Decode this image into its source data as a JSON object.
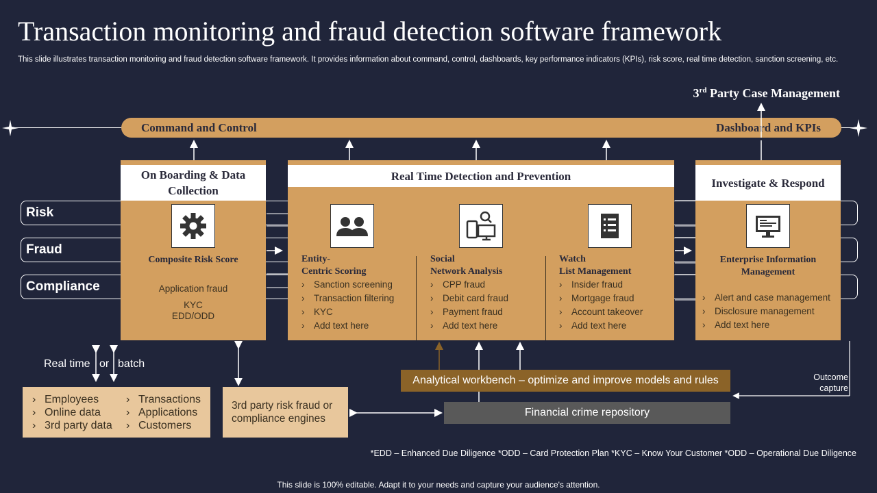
{
  "title": "Transaction monitoring and fraud detection software framework",
  "subtitle": "This slide illustrates transaction monitoring and fraud detection software framework. It provides information about command, control, dashboards, key performance indicators (KPIs), risk score, real time detection, sanction screening, etc.",
  "third_party": {
    "prefix": "3",
    "sup": "rd",
    "suffix": " Party Case Management"
  },
  "command_bar": {
    "left": "Command and Control",
    "right": "Dashboard and KPIs"
  },
  "rows": [
    "Risk",
    "Fraud",
    "Compliance"
  ],
  "onboarding": {
    "title": "On Boarding & Data Collection",
    "icon": "gear-icon",
    "heading": "Composite Risk Score",
    "line1": "Application fraud",
    "line2": "KYC",
    "line3": "EDD/ODD"
  },
  "realtime": {
    "title": "Real Time Detection and Prevention",
    "cols": [
      {
        "icon": "users-icon",
        "heading_1": "Entity-",
        "heading_2": "Centric Scoring",
        "items": [
          "Sanction screening",
          "Transaction filtering",
          "KYC",
          "Add text here"
        ]
      },
      {
        "icon": "network-analysis-icon",
        "heading_1": "Social",
        "heading_2": "Network Analysis",
        "items": [
          "CPP fraud",
          "Debit card fraud",
          "Payment fraud",
          "Add text here"
        ]
      },
      {
        "icon": "checklist-icon",
        "heading_1": "Watch",
        "heading_2": "List Management",
        "items": [
          "Insider fraud",
          "Mortgage fraud",
          "Account takeover",
          "Add text here"
        ]
      }
    ]
  },
  "investigate": {
    "title": "Investigate & Respond",
    "icon": "monitor-icon",
    "heading": "Enterprise Information Management",
    "items": [
      "Alert and case management",
      "Disclosure management",
      "Add text here"
    ]
  },
  "realtime_batch": {
    "left": "Real time",
    "mid": "or",
    "right": "batch"
  },
  "sources_left": [
    "Employees",
    "Online data",
    "3rd party data"
  ],
  "sources_right": [
    "Transactions",
    "Applications",
    "Customers"
  ],
  "engines": "3rd party risk fraud or compliance engines",
  "workbench": "Analytical workbench – optimize and improve models and rules",
  "repository": "Financial crime repository",
  "outcome": "Outcome capture",
  "footnote": "*EDD – Enhanced Due Diligence *ODD – Card Protection Plan *KYC – Know Your Customer *ODD – Operational Due Diligence",
  "footer": "This slide is 100% editable. Adapt it to your needs and capture your audience's attention.",
  "colors": {
    "background": "#20253a",
    "tan": "#d39f5f",
    "light_tan": "#e8c79c",
    "brown": "#8b6328",
    "gray": "#595959"
  }
}
